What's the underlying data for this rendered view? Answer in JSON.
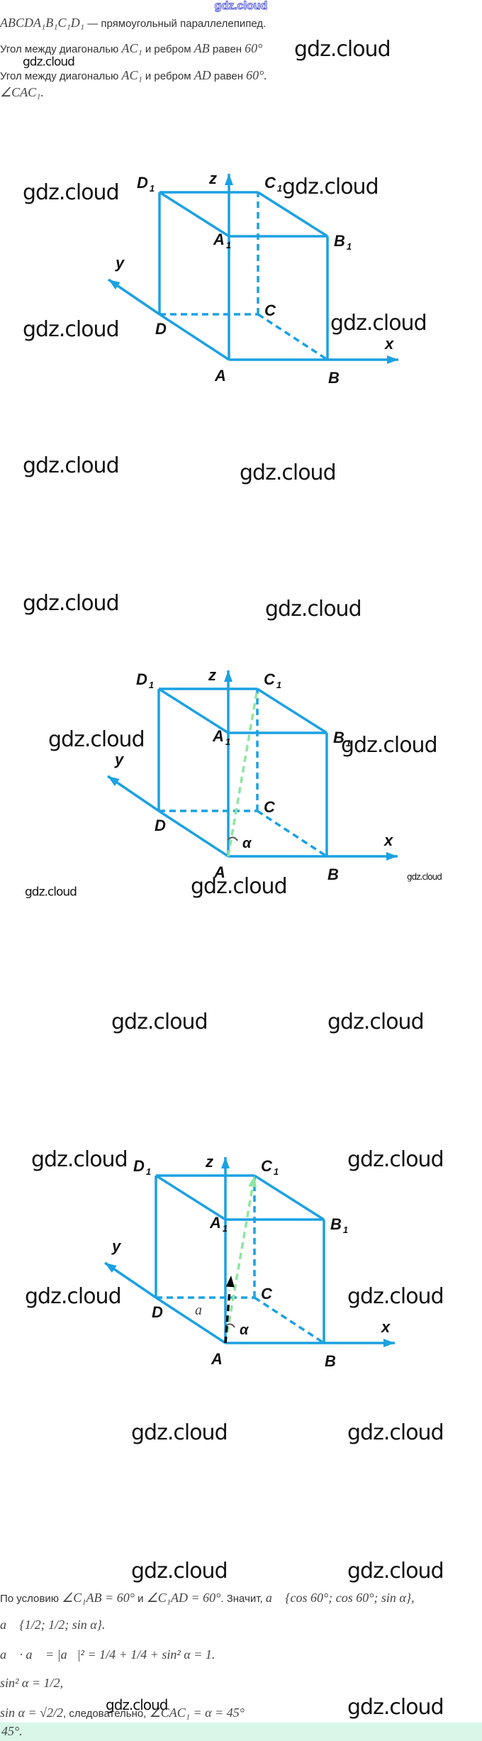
{
  "header": {
    "watermark": "gdz.cloud"
  },
  "problem": {
    "line1_math": "ABCDA₁B₁C₁D₁",
    "line1_text": " — прямоугольный параллелепипед.",
    "line2_text": "Угол между диагональю ",
    "line2_m1": "AC₁",
    "line2_mid": " и ребром ",
    "line2_m2": "AB",
    "line2_end": " равен ",
    "line2_m3": "60°",
    "line3_text": "Угол между диагональю ",
    "line3_m1": "AC₁",
    "line3_mid": " и ребром ",
    "line3_m2": "AD",
    "line3_end": " равен ",
    "line3_m3": "60°.",
    "line4_math": "∠CAC₁."
  },
  "watermark": "gdz.cloud",
  "figure_labels": {
    "D1": "D",
    "C1": "C",
    "A1": "A",
    "B1": "B",
    "sub": "1",
    "D": "D",
    "C": "C",
    "A": "A",
    "B": "B",
    "x": "x",
    "y": "y",
    "z": "z",
    "alpha": "α",
    "vec_a": "a⃗"
  },
  "colors": {
    "edge": "#1ba1e2",
    "diag": "#8ee6a0",
    "vector": "#000000",
    "answer_bg": "#d8f7e8"
  },
  "solution": {
    "l1_a": "По условию ",
    "l1_m1": "∠C₁AB = 60°",
    "l1_b": " и ",
    "l1_m2": "∠C₁AD = 60°",
    "l1_c": ". Значит, ",
    "l1_m3": "a⃗ {cos 60°;  cos 60°;  sin α},",
    "l2_m": "a⃗ {1/2; 1/2; sin α}.",
    "l3_m": "a⃗ · a⃗ = |a⃗|² = 1/4 + 1/4 + sin² α = 1.",
    "l4_m": "sin² α = 1/2,",
    "l5_m1": "sin α = √2/2",
    "l5_b": ", следовательно, ",
    "l5_m2": "∠CAC₁ = α = 45°",
    "answer": "45°."
  }
}
